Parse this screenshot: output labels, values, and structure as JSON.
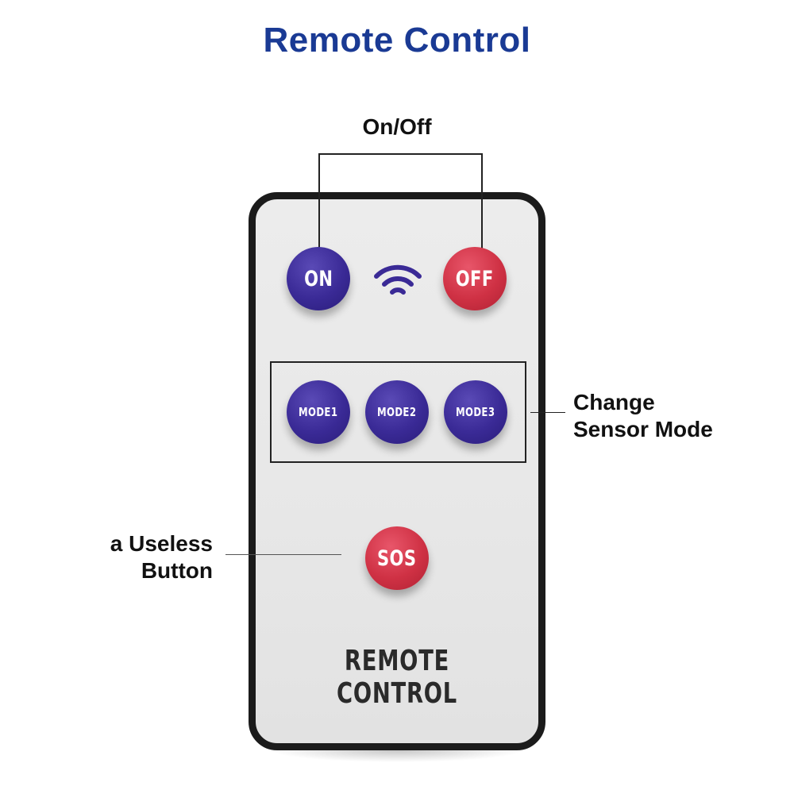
{
  "title": "Remote Control",
  "colors": {
    "title": "#1a3a94",
    "blue_button": "#3a2a96",
    "red_button": "#cf3144",
    "remote_frame": "#1b1b1b",
    "remote_face": "#e9e9e9"
  },
  "callouts": {
    "on_off": "On/Off",
    "change_sensor_mode": "Change\nSensor Mode",
    "useless_button": "a Useless\nButton"
  },
  "remote": {
    "buttons": {
      "on": "ON",
      "off": "OFF",
      "mode1": "MODE1",
      "mode2": "MODE2",
      "mode3": "MODE3",
      "sos": "SOS"
    },
    "signal_icon": "wifi-signal-icon",
    "brand_text": "REMOTE CONTROL"
  }
}
